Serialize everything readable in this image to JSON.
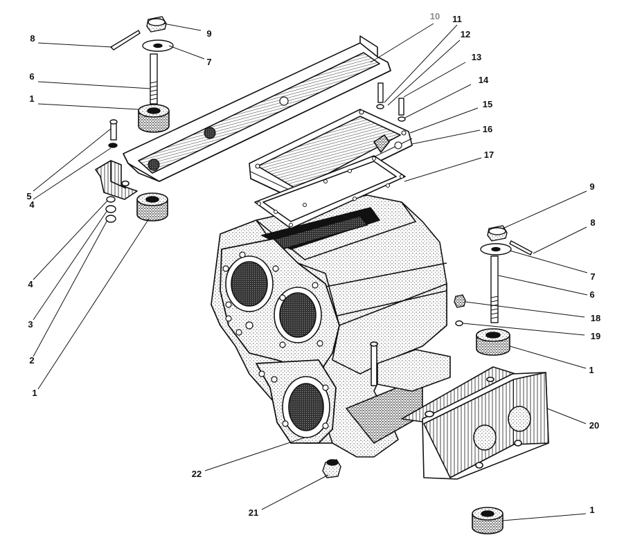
{
  "diagram": {
    "callouts": [
      {
        "id": "c8a",
        "label": "8"
      },
      {
        "id": "c9a",
        "label": "9"
      },
      {
        "id": "c7a",
        "label": "7"
      },
      {
        "id": "c6a",
        "label": "6"
      },
      {
        "id": "c1a",
        "label": "1"
      },
      {
        "id": "c5",
        "label": "5"
      },
      {
        "id": "c4a",
        "label": "4"
      },
      {
        "id": "c4b",
        "label": "4"
      },
      {
        "id": "c3",
        "label": "3"
      },
      {
        "id": "c2",
        "label": "2"
      },
      {
        "id": "c1b",
        "label": "1"
      },
      {
        "id": "c10",
        "label": "10"
      },
      {
        "id": "c11",
        "label": "11"
      },
      {
        "id": "c12",
        "label": "12"
      },
      {
        "id": "c13",
        "label": "13"
      },
      {
        "id": "c14",
        "label": "14"
      },
      {
        "id": "c15",
        "label": "15"
      },
      {
        "id": "c16",
        "label": "16"
      },
      {
        "id": "c17",
        "label": "17"
      },
      {
        "id": "c9b",
        "label": "9"
      },
      {
        "id": "c8b",
        "label": "8"
      },
      {
        "id": "c7b",
        "label": "7"
      },
      {
        "id": "c6b",
        "label": "6"
      },
      {
        "id": "c18",
        "label": "18"
      },
      {
        "id": "c19",
        "label": "19"
      },
      {
        "id": "c1c",
        "label": "1"
      },
      {
        "id": "c20",
        "label": "20"
      },
      {
        "id": "c22",
        "label": "22"
      },
      {
        "id": "c21",
        "label": "21"
      },
      {
        "id": "c1d",
        "label": "1"
      }
    ],
    "colors": {
      "ink": "#111111",
      "paper": "#ffffff",
      "stipple": "#555555",
      "callout_grey": "#8a8a8a"
    }
  }
}
